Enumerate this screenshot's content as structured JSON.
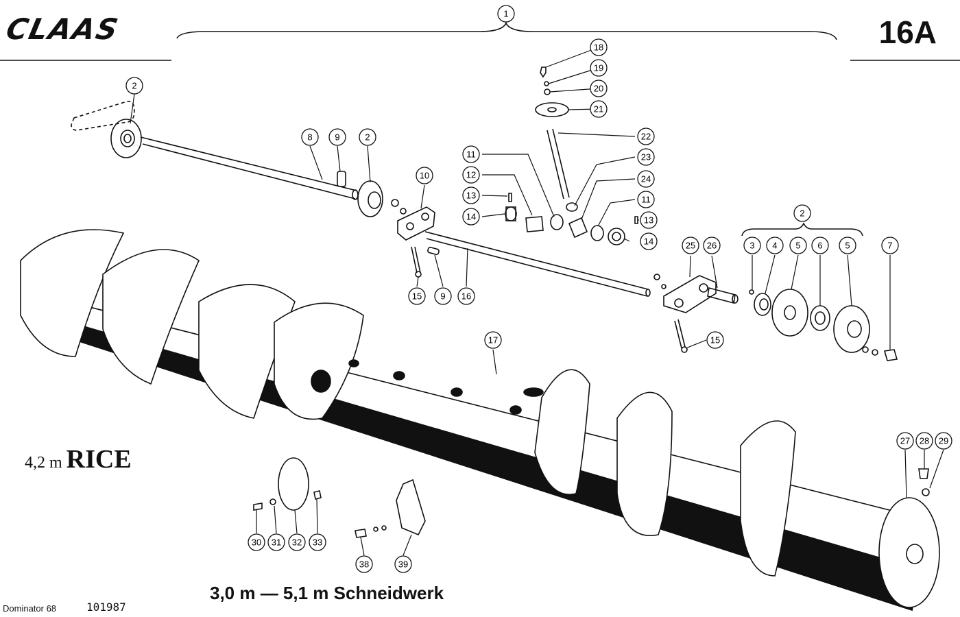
{
  "header": {
    "brand": "CLAAS",
    "page_number": "16A"
  },
  "labels": {
    "rice_size": "4,2 m",
    "rice_word": "RICE",
    "cutter_bar": "3,0 m — 5,1 m Schneidwerk"
  },
  "footer": {
    "model": "Dominator 68",
    "doc_code": "101987"
  },
  "callouts": [
    "1",
    "2",
    "2",
    "2",
    "3",
    "4",
    "5",
    "5",
    "6",
    "7",
    "8",
    "9",
    "9",
    "10",
    "11",
    "11",
    "12",
    "13",
    "13",
    "14",
    "14",
    "15",
    "15",
    "16",
    "17",
    "18",
    "19",
    "20",
    "21",
    "22",
    "23",
    "24",
    "25",
    "26",
    "27",
    "28",
    "29",
    "30",
    "31",
    "32",
    "33",
    "38",
    "39"
  ]
}
